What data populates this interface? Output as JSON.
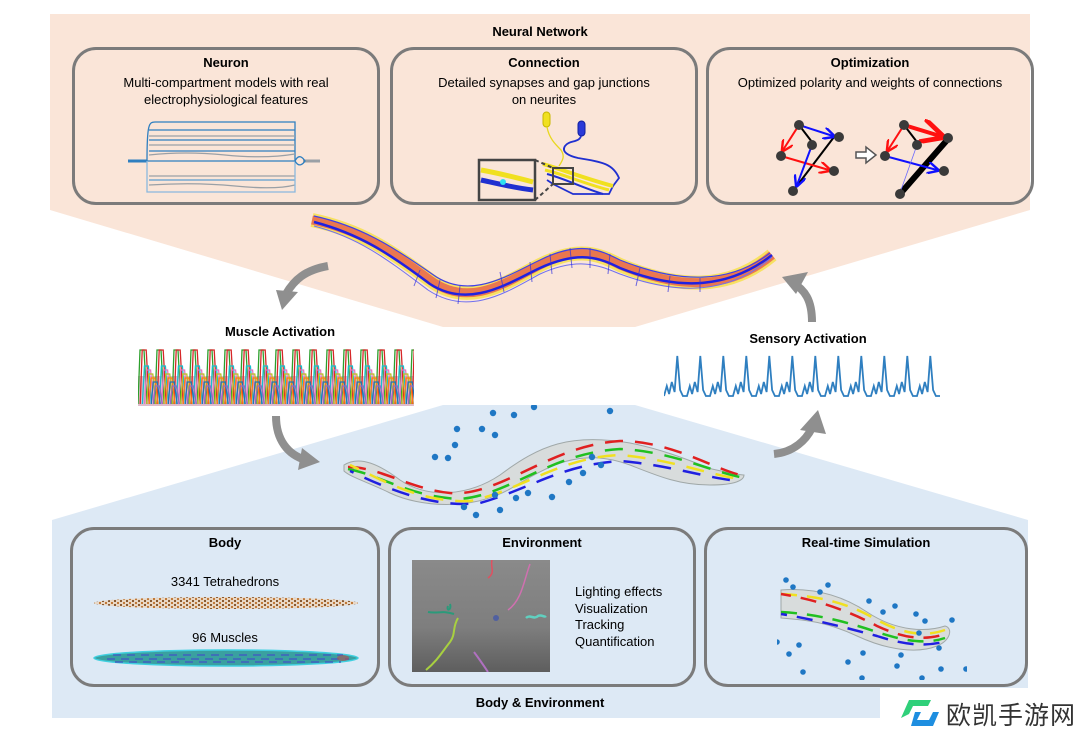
{
  "diagram": {
    "neural_network": {
      "title": "Neural Network",
      "background_color": "#fae5d8",
      "panels": [
        {
          "title": "Neuron",
          "description_lines": [
            "Multi-compartment models with real",
            "electrophysiological features"
          ]
        },
        {
          "title": "Connection",
          "description_lines": [
            "Detailed synapses and gap junctions",
            "on neurites"
          ]
        },
        {
          "title": "Optimization",
          "description_lines": [
            "Optimized polarity and weights of connections"
          ]
        }
      ]
    },
    "muscle_activation": {
      "title": "Muscle Activation"
    },
    "sensory_activation": {
      "title": "Sensory Activation",
      "trace_color": "#2f7fc0"
    },
    "body_environment": {
      "title": "Body & Environment",
      "background_color": "#dde9f5",
      "panels": [
        {
          "title": "Body",
          "items": [
            "3341 Tetrahedrons",
            "96 Muscles"
          ]
        },
        {
          "title": "Environment",
          "features": [
            "Lighting effects",
            "Visualization",
            "Tracking",
            "Quantification"
          ]
        },
        {
          "title": "Real-time Simulation"
        }
      ]
    },
    "colors": {
      "panel_border": "#7b7b7b",
      "flow_arrow": "#8f8f8f",
      "excitatory": "#ff1010",
      "inhibitory": "#1010ff",
      "node": "#3a3a3a",
      "particle": "#1f77c4"
    }
  },
  "watermark": {
    "text": "欧凯手游网",
    "logo_colors": [
      "#2fd07a",
      "#1e8ee0"
    ]
  }
}
